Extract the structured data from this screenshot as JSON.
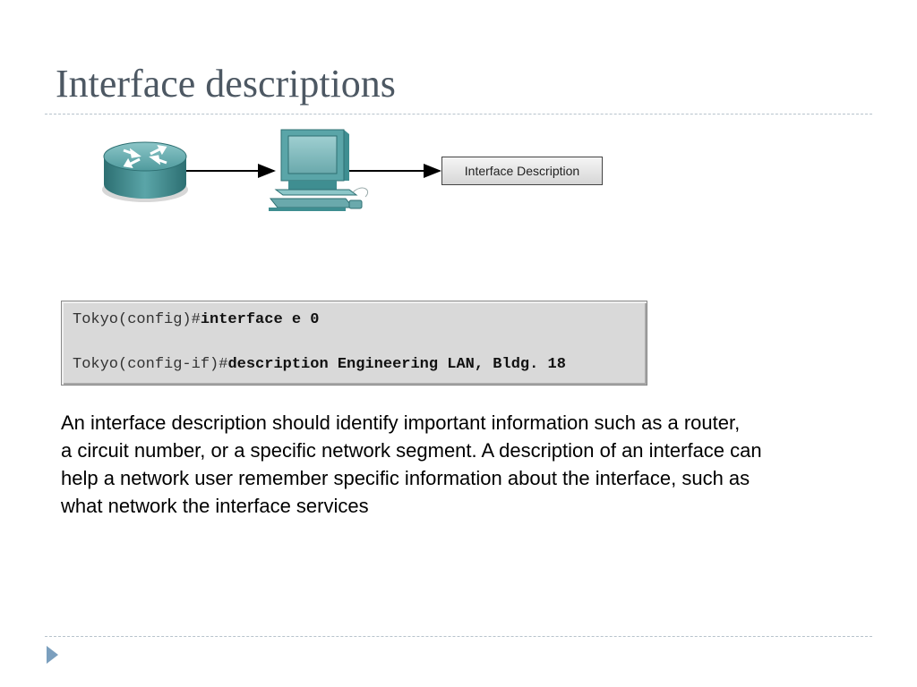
{
  "slide": {
    "title": "Interface descriptions"
  },
  "diagram": {
    "label_box": "Interface Description",
    "icons": [
      "router-icon",
      "workstation-icon",
      "arrow-icon"
    ]
  },
  "cli": {
    "lines": [
      {
        "prompt": "Tokyo(config)#",
        "command": "interface e 0"
      },
      {
        "prompt": "Tokyo(config-if)#",
        "command": "description Engineering LAN, Bldg. 18"
      }
    ]
  },
  "body": {
    "lines": [
      "An interface description should identify important information such as a router,",
      "a circuit number, or a specific network segment. A description of an interface can",
      "help a network user remember specific information about the interface, such as",
      "what network the interface services"
    ]
  },
  "colors": {
    "title": "#4d5863",
    "rule": "#b7c3cc",
    "nav": "#7b9fbe",
    "device": "#3f8e91"
  }
}
